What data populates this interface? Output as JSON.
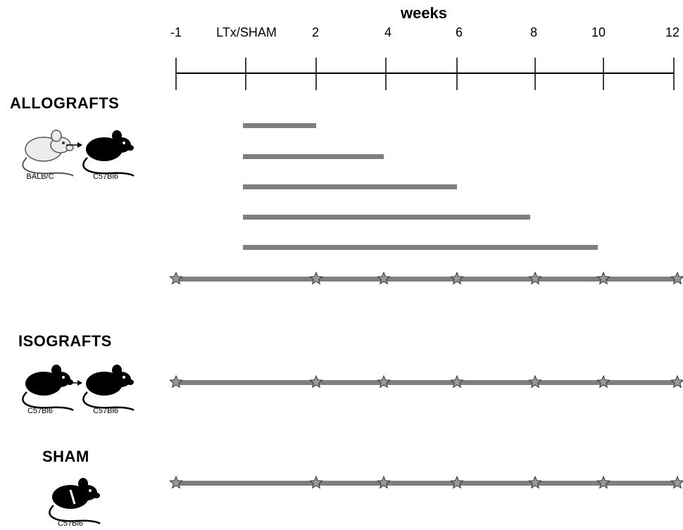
{
  "axis": {
    "title": "weeks",
    "ticks": [
      {
        "label": "-1",
        "week": -1
      },
      {
        "label": "LTx/SHAM",
        "week": 0
      },
      {
        "label": "2",
        "week": 2
      },
      {
        "label": "4",
        "week": 4
      },
      {
        "label": "6",
        "week": 6
      },
      {
        "label": "8",
        "week": 8
      },
      {
        "label": "10",
        "week": 10
      },
      {
        "label": "12",
        "week": 12
      }
    ]
  },
  "groups": {
    "allografts": {
      "label": "ALLOGRAFTS",
      "donor": "BALB/C",
      "recipient": "C57Bl6",
      "bars_end_weeks": [
        2,
        4,
        6,
        8,
        10
      ],
      "timeline_star_weeks": [
        -1,
        2,
        4,
        6,
        8,
        10,
        12
      ]
    },
    "isografts": {
      "label": "ISOGRAFTS",
      "donor": "C57Bl6",
      "recipient": "C57Bl6",
      "timeline_star_weeks": [
        -1,
        2,
        4,
        6,
        8,
        10,
        12
      ]
    },
    "sham": {
      "label": "SHAM",
      "mouse": "C57Bl6",
      "timeline_star_weeks": [
        -1,
        2,
        4,
        6,
        8,
        10,
        12
      ]
    }
  },
  "colors": {
    "bar": "#7f7f7f",
    "star_fill": "#999999",
    "axis": "#000000"
  }
}
